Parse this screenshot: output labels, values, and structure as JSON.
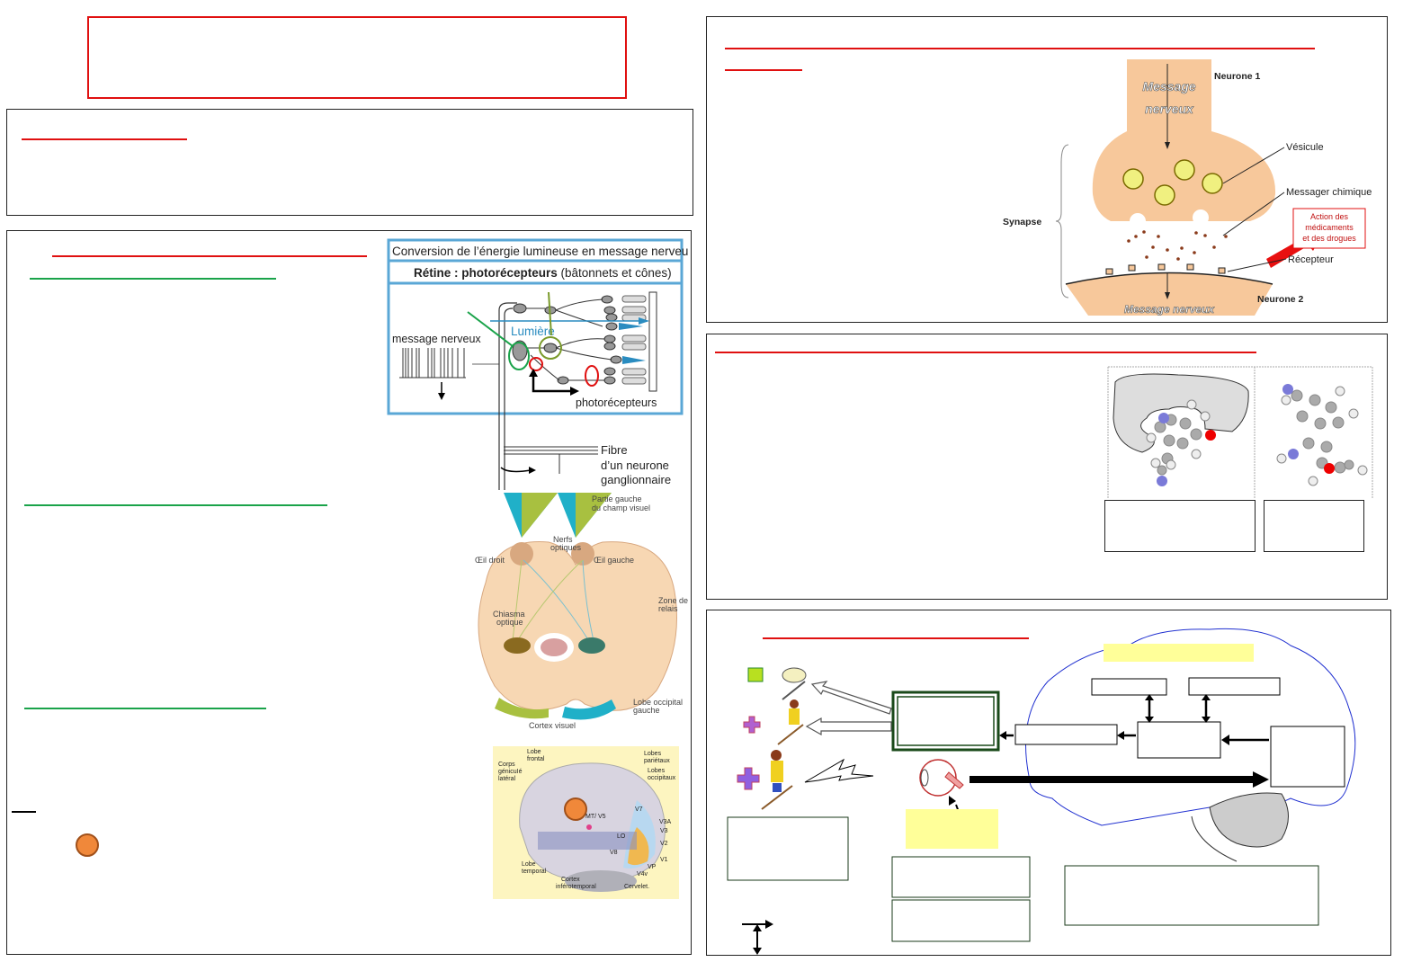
{
  "retina_figure": {
    "title": "Conversion de l’énergie lumineuse en message nerveux",
    "subtitle_bold": "Rétine : photorécepteurs",
    "subtitle_rest": " (bâtonnets et cônes)",
    "label_message": "message nerveux",
    "label_light": "Lumière",
    "label_photoreceptors": "photorécepteurs",
    "fibre_lines": [
      "Fibre",
      "d’un neurone",
      "ganglionnaire"
    ]
  },
  "visual_pathway_figure": {
    "labels": {
      "left_field_1": "Partie gauche",
      "left_field_2": "du champ visuel",
      "optic_nerves_1": "Nerfs",
      "optic_nerves_2": "optiques",
      "right_eye": "Œil droit",
      "left_eye": "Œil gauche",
      "relay_1": "Zone de",
      "relay_2": "relais",
      "chiasma_1": "Chiasma",
      "chiasma_2": "optique",
      "occipital_1": "Lobe occipital",
      "occipital_2": "gauche",
      "visual_cortex": "Cortex visuel"
    }
  },
  "brain_lateral_figure": {
    "labels": {
      "frontal_1": "Lobe",
      "frontal_2": "frontal",
      "parietal_1": "Lobes",
      "parietal_2": "pariétaux",
      "occipital_1": "Lobes",
      "occipital_2": "occipitaux",
      "geniculate_1": "Corps",
      "geniculate_2": "génicuIé",
      "geniculate_3": "latéral",
      "mt": "MT/ V5",
      "v7": "V7",
      "v3a": "V3A",
      "v3": "V3",
      "lo": "LO",
      "v2": "V2",
      "v8": "V8",
      "v1": "V1",
      "vp": "VP",
      "v4v": "V4v",
      "temporal_1": "Lobe",
      "temporal_2": "temporal",
      "inferotemporal_1": "Cortex",
      "inferotemporal_2": "inférotemporal",
      "cerebellum": "Cervelet."
    }
  },
  "synapse_figure": {
    "neuron1": "Neurone 1",
    "neuron2": "Neurone 2",
    "message_top_1": "Message",
    "message_top_2": "nerveux",
    "message_bottom": "Message nerveux",
    "vesicle": "Vésicule",
    "chemical_messenger": "Messager chimique",
    "synapse": "Synapse",
    "receptor": "Récepteur",
    "drugs_1": "Action des",
    "drugs_2": "médicaments",
    "drugs_3": "et des drogues"
  },
  "colors": {
    "heading_red": "#e01010",
    "subheading_green": "#1aa34a",
    "figure_blue": "#5aa7d6",
    "neuron_tan": "#f7c89b",
    "highlight_yellow": "#ffff99",
    "orange_marker": "#f0883a"
  }
}
